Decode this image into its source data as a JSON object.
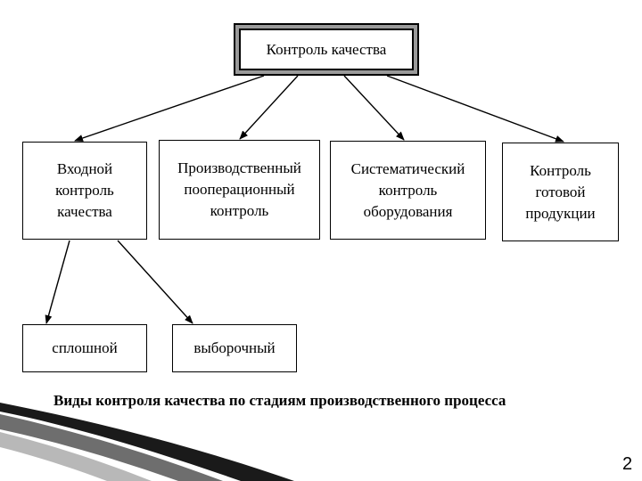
{
  "root": {
    "label": "Контроль качества"
  },
  "stages": [
    {
      "label": "Входной\nконтроль\nкачества"
    },
    {
      "label": "Производственный\nпооперационный\nконтроль"
    },
    {
      "label": "Систематический\nконтроль\nоборудования"
    },
    {
      "label": "Контроль\nготовой\nпродукции"
    }
  ],
  "subtypes": [
    {
      "label": "сплошной"
    },
    {
      "label": "выборочный"
    }
  ],
  "caption": "Виды контроля качества по стадиям производственного процесса",
  "page_number": "2",
  "colors": {
    "stroke": "#000000",
    "frame_inner": "#9a9a9a",
    "background": "#ffffff"
  }
}
